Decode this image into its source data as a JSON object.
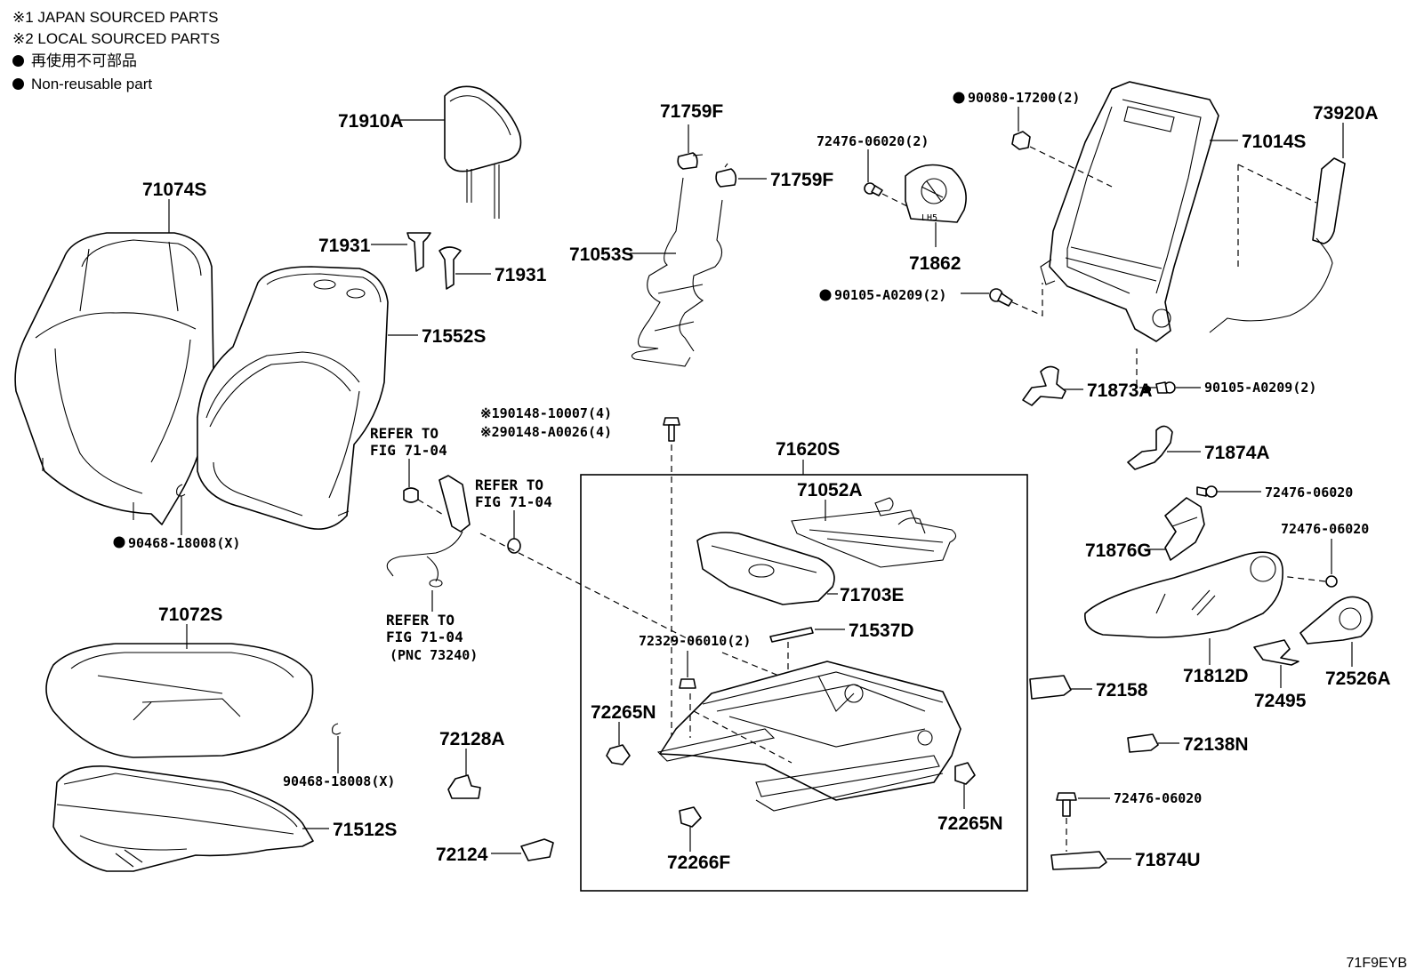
{
  "legend": {
    "note1": "※1  JAPAN SOURCED PARTS",
    "note2": "※2  LOCAL SOURCED PARTS",
    "nonreusable_ja": "再使用不可部品",
    "nonreusable_en": "Non-reusable part"
  },
  "parts": {
    "p71910A": "71910A",
    "p71074S": "71074S",
    "p71931a": "71931",
    "p71931b": "71931",
    "p71552S": "71552S",
    "p71759Fa": "71759F",
    "p71759Fb": "71759F",
    "p71053S": "71053S",
    "p72476_06020_2": "72476-06020(2)",
    "p71862": "71862",
    "p90080_17200_2": "90080-17200(2)",
    "p71014S": "71014S",
    "p73920A": "73920A",
    "p90105_A0209_2a": "90105-A0209(2)",
    "p90105_A0209_2b": "90105-A0209(2)",
    "p71873A": "71873A",
    "p90468_18008_Xa": "90468-18008(X)",
    "p90148_10007": "※190148-10007(4)",
    "p90148_A0026": "※290148-A0026(4)",
    "p71620S": "71620S",
    "p71052A": "71052A",
    "p71703E": "71703E",
    "p71537D": "71537D",
    "p72329_06010_2": "72329-06010(2)",
    "p71874A": "71874A",
    "p72476_06020a": "72476-06020",
    "p71876G": "71876G",
    "p72476_06020b": "72476-06020",
    "p71072S": "71072S",
    "p90468_18008_Xb": "90468-18008(X)",
    "p71512S": "71512S",
    "p72128A": "72128A",
    "p72124": "72124",
    "p72265Na": "72265N",
    "p72265Nb": "72265N",
    "p72266F": "72266F",
    "p71812D": "71812D",
    "p72495": "72495",
    "p72526A": "72526A",
    "p72158": "72158",
    "p72138N": "72138N",
    "p72476_06020c": "72476-06020",
    "p71874U": "71874U"
  },
  "refs": {
    "ref1_line1": "REFER TO",
    "ref1_line2": "FIG 71-04",
    "ref2_line1": "REFER TO",
    "ref2_line2": "FIG 71-04",
    "ref3_line1": "REFER TO",
    "ref3_line2": "FIG 71-04",
    "ref3_line3": "(PNC 73240)"
  },
  "diagram_id": "71F9EYB"
}
